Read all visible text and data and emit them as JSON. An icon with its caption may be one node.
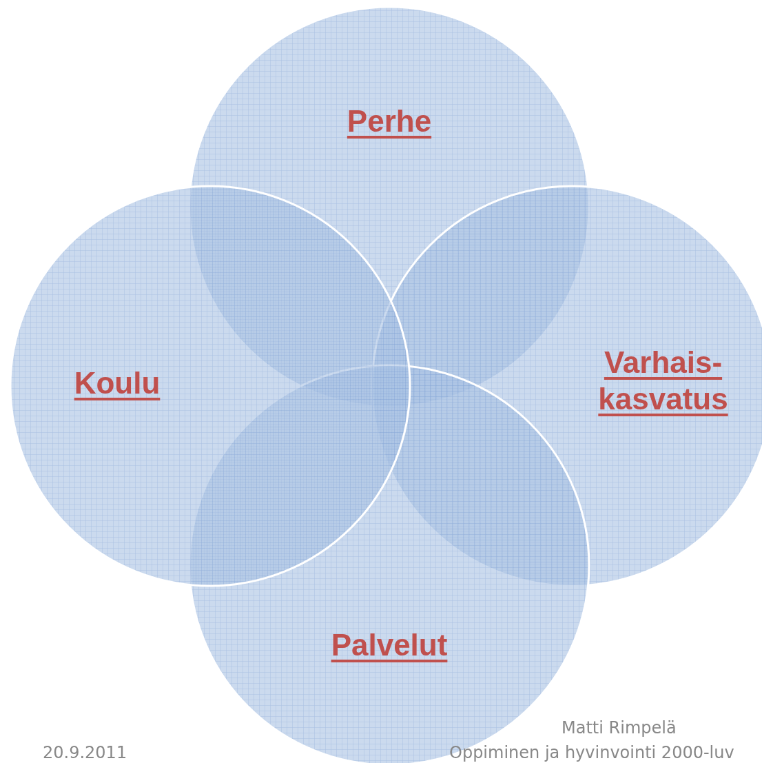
{
  "diagram": {
    "nodes": [
      {
        "text": [
          "Perhe"
        ]
      },
      {
        "text": [
          "Koulu"
        ]
      },
      {
        "text": [
          "Varhais- kasvatus"
        ]
      },
      {
        "text": [
          "Palvelut"
        ]
      }
    ],
    "labels": [
      "Matti Rimpelä",
      "20.9.2011",
      "Oppiminen ja hyvinvointi  2000-luv"
    ]
  }
}
